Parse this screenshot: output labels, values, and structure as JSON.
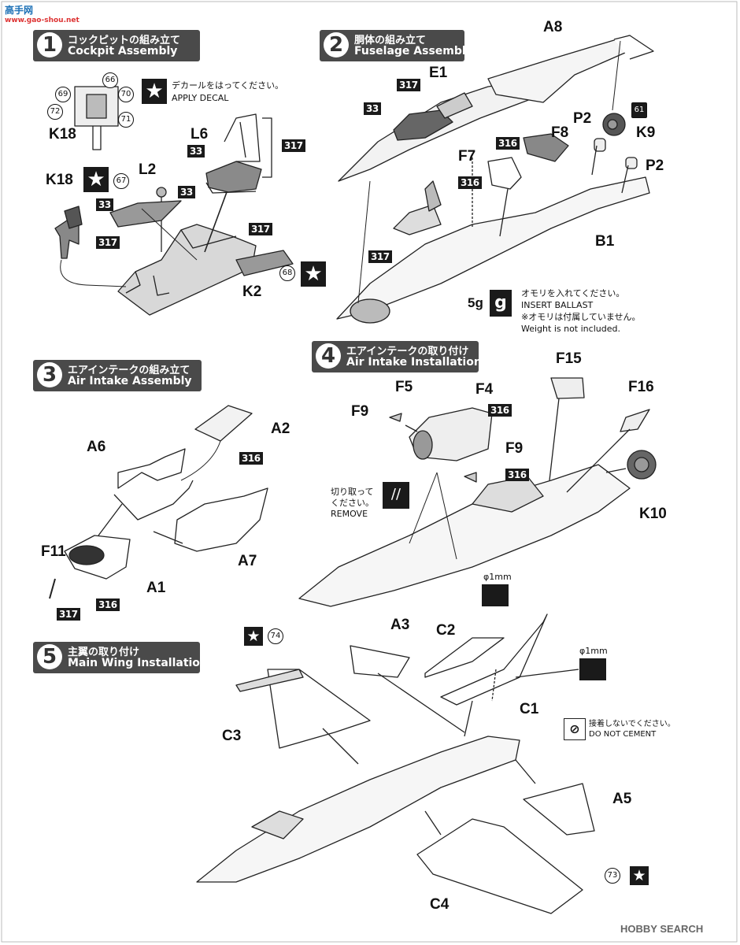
{
  "logo": {
    "main": "高手网",
    "sub": "www.gao-shou.net"
  },
  "watermark": "HOBBY SEARCH",
  "steps": [
    {
      "num": "1",
      "jp": "コックピットの組み立て",
      "en": "Cockpit Assembly"
    },
    {
      "num": "2",
      "jp": "胴体の組み立て",
      "en": "Fuselage Assembly"
    },
    {
      "num": "3",
      "jp": "エアインテークの組み立て",
      "en": "Air Intake Assembly"
    },
    {
      "num": "4",
      "jp": "エアインテークの取り付け",
      "en": "Air Intake  Installation"
    },
    {
      "num": "5",
      "jp": "主翼の取り付け",
      "en": "Main Wing Installation"
    }
  ],
  "notes": {
    "decal_jp": "デカールをはってください。",
    "decal_en": "APPLY  DECAL",
    "ballast_jp": "オモリを入れてください。",
    "ballast_en": "INSERT  BALLAST",
    "ballast_note_jp": "※オモリは付属していません。",
    "ballast_note_en": "Weight is not included.",
    "ballast_weight": "5g",
    "remove_jp1": "切り取って",
    "remove_jp2": "ください。",
    "remove_en": "REMOVE",
    "nocement_jp": "接着しないでください。",
    "nocement_en": "DO  NOT  CEMENT",
    "drill1": "φ1mm",
    "drill2": "φ1mm"
  },
  "parts": {
    "K18a": "K18",
    "K18b": "K18",
    "L6": "L6",
    "L2": "L2",
    "K2": "K2",
    "A8": "A8",
    "E1": "E1",
    "F8": "F8",
    "F7": "F7",
    "P2a": "P2",
    "P2b": "P2",
    "K9": "K9",
    "B1": "B1",
    "A2": "A2",
    "A6": "A6",
    "A7": "A7",
    "A1": "A1",
    "F11": "F11",
    "F15": "F15",
    "F5": "F5",
    "F4": "F4",
    "F9a": "F9",
    "F9b": "F9",
    "F16": "F16",
    "K10": "K10",
    "A3": "A3",
    "C2": "C2",
    "C1": "C1",
    "C3": "C3",
    "A5": "A5",
    "C4": "C4"
  },
  "colors": {
    "c33a": "33",
    "c317a": "317",
    "c33b": "33",
    "c317b": "317",
    "c33c": "33",
    "c33d": "33",
    "c317c": "317",
    "c317d": "317",
    "c317e": "317",
    "c33e": "33",
    "c317f": "317",
    "c316a": "316",
    "c316b": "316",
    "c316c": "316",
    "c317g": "317",
    "c316d": "316",
    "c316e": "316",
    "c316f": "316"
  },
  "decals": {
    "d66": "66",
    "d69": "69",
    "d70": "70",
    "d72": "72",
    "d71": "71",
    "d67": "67",
    "d68": "68",
    "d74": "74",
    "d73": "73",
    "d61": "61"
  },
  "symbols": {
    "star": "★",
    "ballast_glyph": "g"
  }
}
